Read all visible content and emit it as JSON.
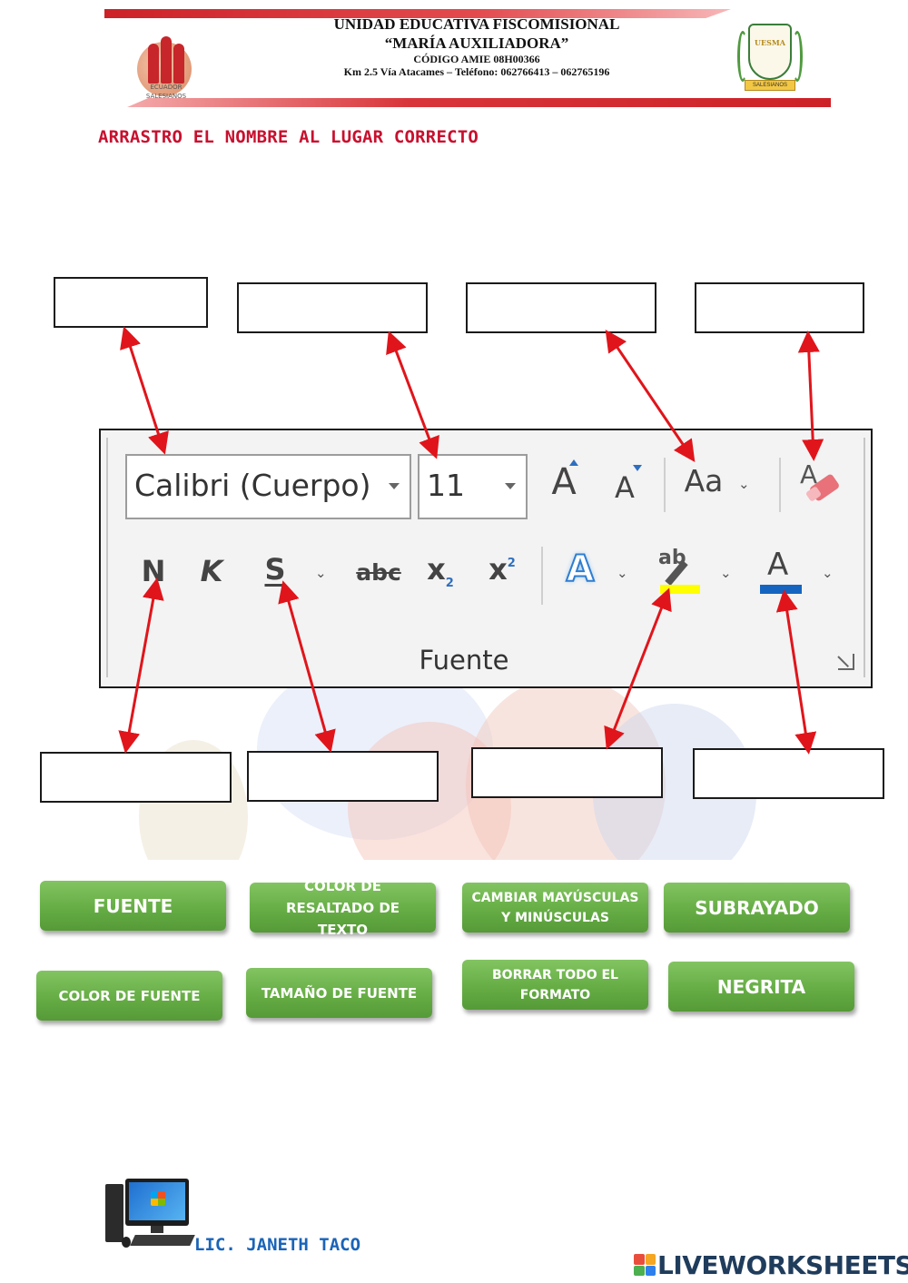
{
  "header": {
    "school_line1": "UNIDAD EDUCATIVA FISCOMISIONAL",
    "school_line2": "“MARÍA AUXILIADORA”",
    "code_line": "CÓDIGO AMIE 08H00366",
    "address_line": "Km 2.5 Vía Atacames – Teléfono: 062766413 – 062765196",
    "logo_left_text_top": "ECUADOR",
    "logo_left_text_bottom": "SALESIANOS",
    "logo_right_text": "UESMA",
    "logo_right_ribbon": "SALESIANOS",
    "colors": {
      "stripe": "#cc2127"
    }
  },
  "instruction": "ARRASTRO EL NOMBRE AL LUGAR CORRECTO",
  "ribbon": {
    "font_name": "Calibri (Cuerpo)",
    "font_size": "11",
    "grow_font_icon": "A",
    "shrink_font_icon": "A",
    "change_case_label": "Aa",
    "bold": "N",
    "italic": "K",
    "underline": "S",
    "strikethrough": "abc",
    "subscript": "x",
    "subscript_mark": "2",
    "superscript": "x",
    "superscript_mark": "2",
    "text_effects": "A",
    "highlight": "ab",
    "font_color": "A",
    "dropdown_glyph": "⌄",
    "group_label": "Fuente",
    "colors": {
      "highlight_bar": "#ffff00",
      "font_color_bar": "#1565c0",
      "arrows": "#e0151b"
    }
  },
  "drag_labels": [
    "FUENTE",
    "COLOR DE RESALTADO DE TEXTO",
    "CAMBIAR MAYÚSCULAS Y MINÚSCULAS",
    "SUBRAYADO",
    "COLOR DE FUENTE",
    "TAMAÑO DE FUENTE",
    "BORRAR TODO EL FORMATO",
    "NEGRITA"
  ],
  "footer": {
    "author": "LIC. JANETH TACO",
    "brand": "LIVEWORKSHEETS"
  }
}
